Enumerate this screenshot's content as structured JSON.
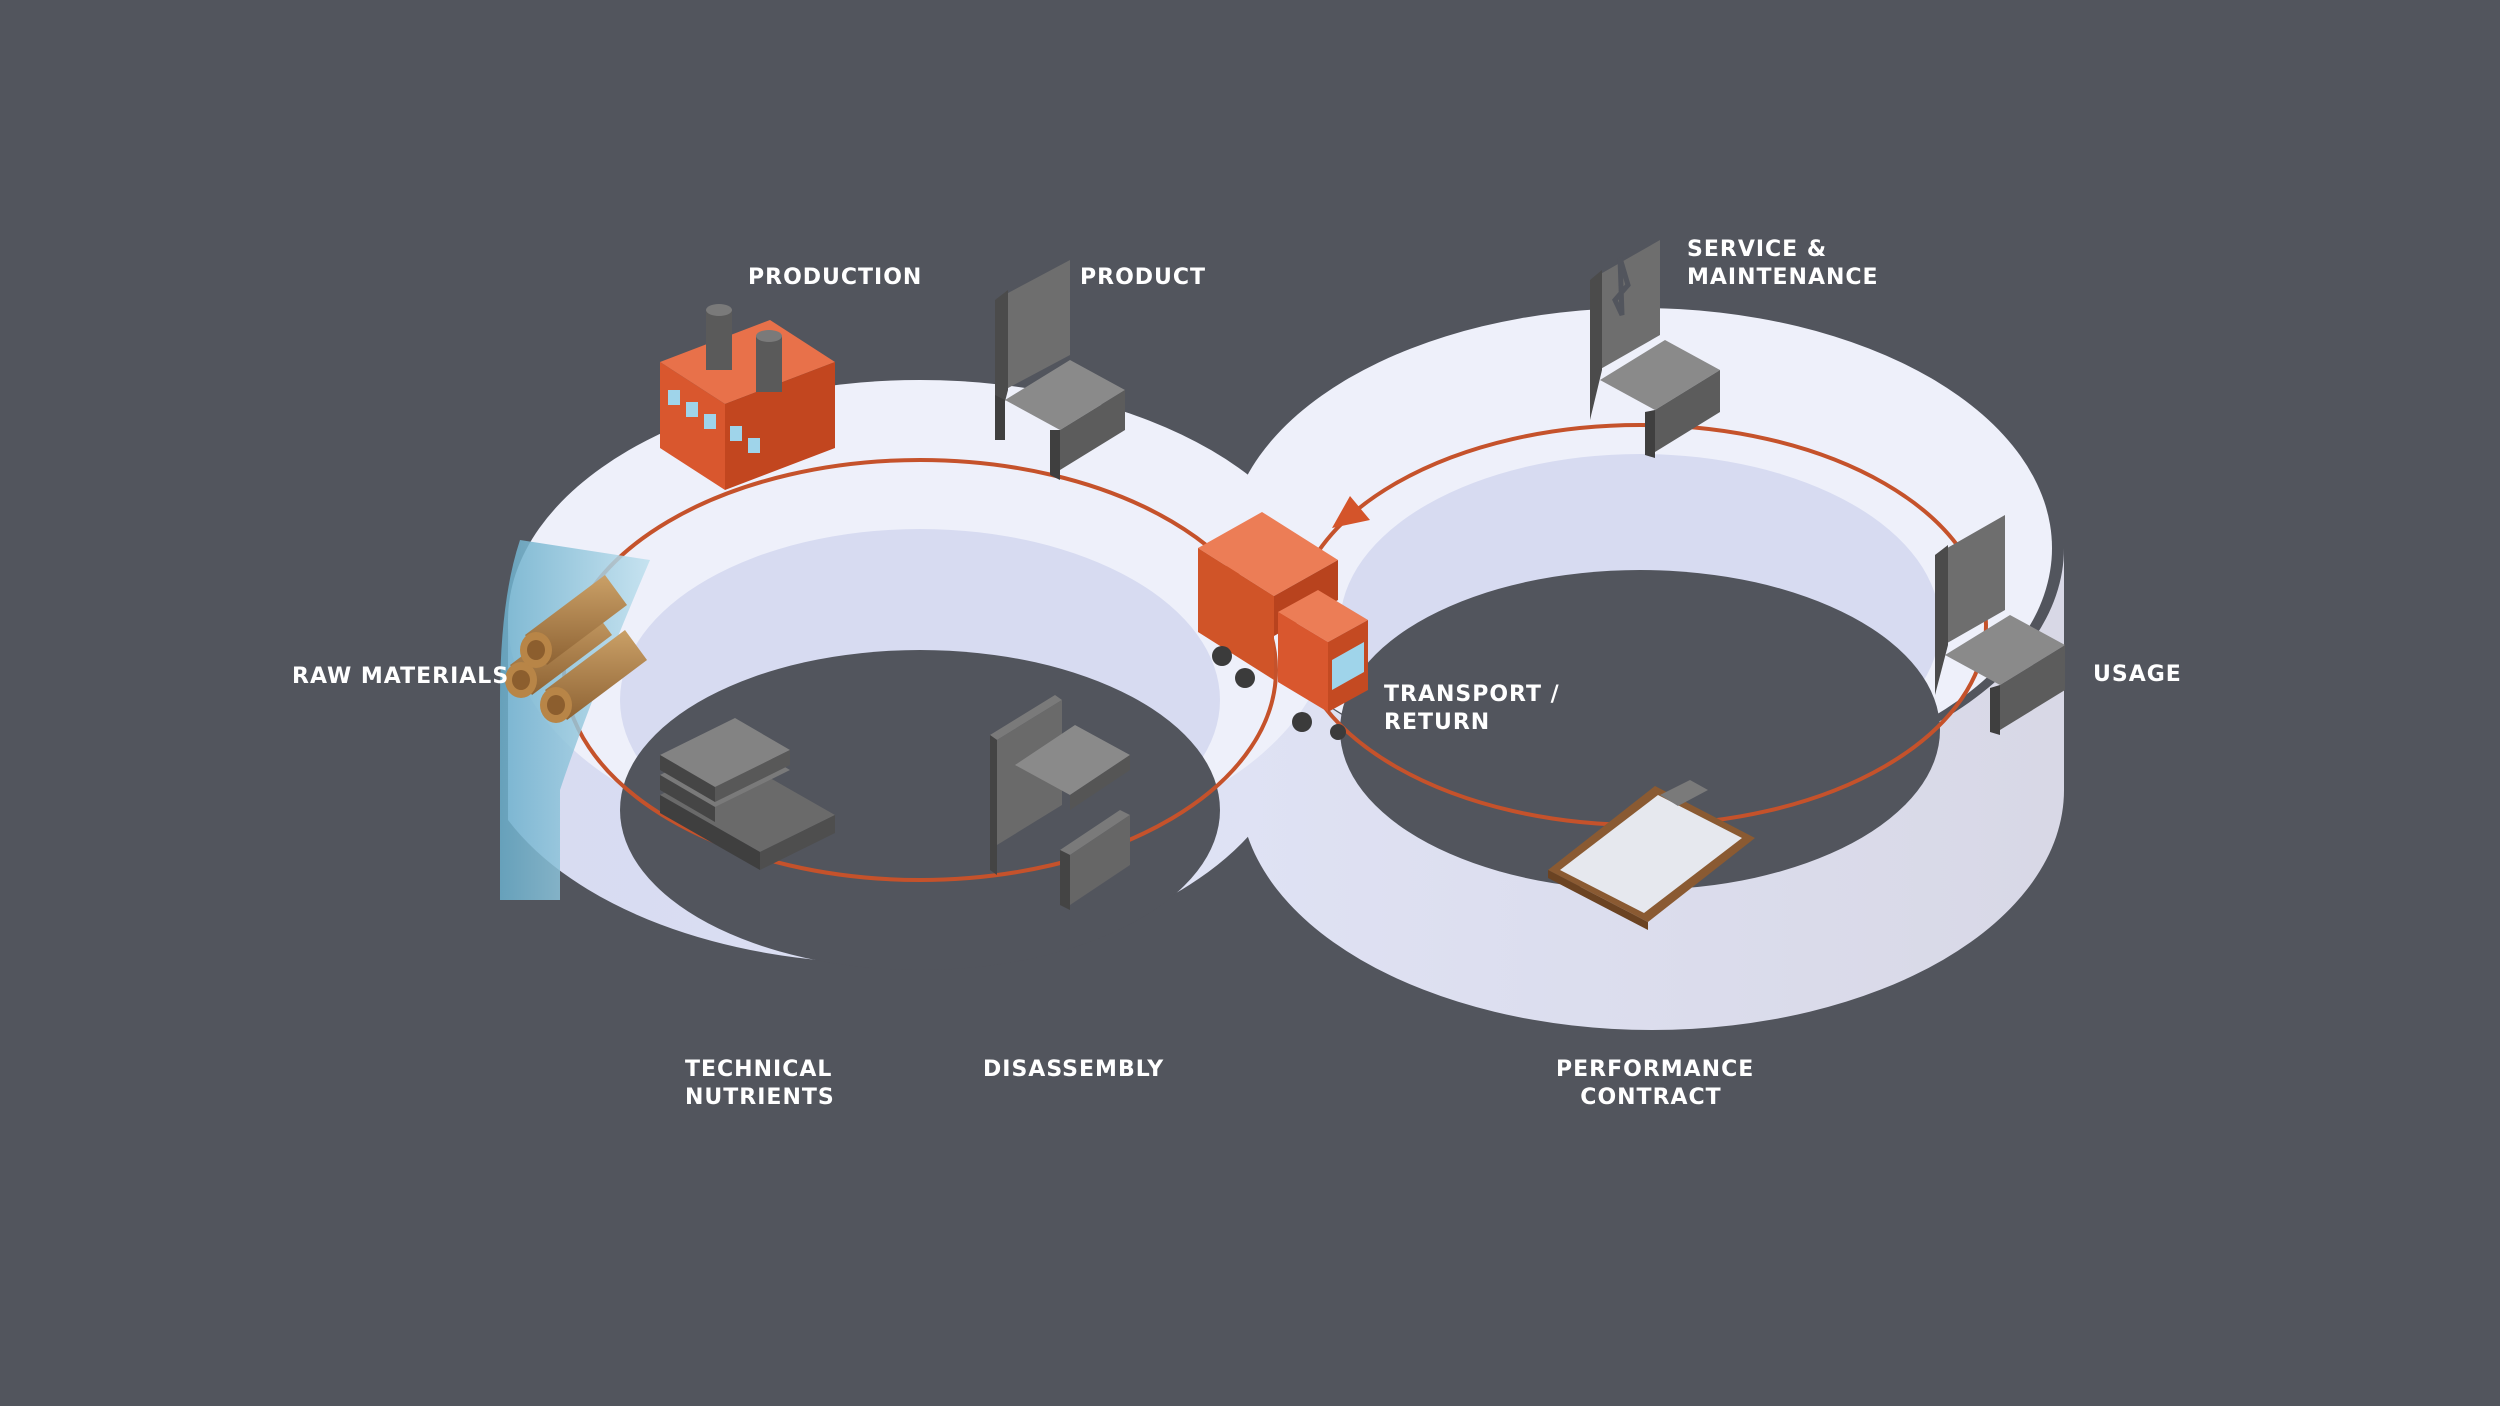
{
  "labels": {
    "production": "PRODUCTION",
    "product": "PRODUCT",
    "service_line1": "SERVICE &",
    "service_line2": "MAINTENANCE",
    "raw_materials": "RAW MATERIALS",
    "usage": "USAGE",
    "transport_line1": "TRANSPORT /",
    "transport_line2": "RETURN",
    "technical_line1": "TECHNICAL",
    "technical_line2": "NUTRIENTS",
    "disassembly": "DISASSEMBLY",
    "performance_line1": "PERFORMANCE",
    "performance_line2": "CONTRACT"
  },
  "icons": {
    "factory": "factory-icon",
    "chair": "chair-icon",
    "broken_chair": "broken-chair-icon",
    "logs": "logs-icon",
    "truck": "truck-icon",
    "plates": "stacked-plates-icon",
    "disassembled_chair": "disassembled-chair-icon",
    "clipboard": "clipboard-icon",
    "arrow": "flow-arrow-icon"
  },
  "colors": {
    "background": "#52555d",
    "ring_top": "#eef0fa",
    "ring_inner": "#d7dbf1",
    "ring_outer": "#dde0f2",
    "flow_line": "#c5522b",
    "accent_orange": "#e0623a",
    "chair_gray": "#6f6f6f",
    "glass_blue": "#8cc7df"
  }
}
